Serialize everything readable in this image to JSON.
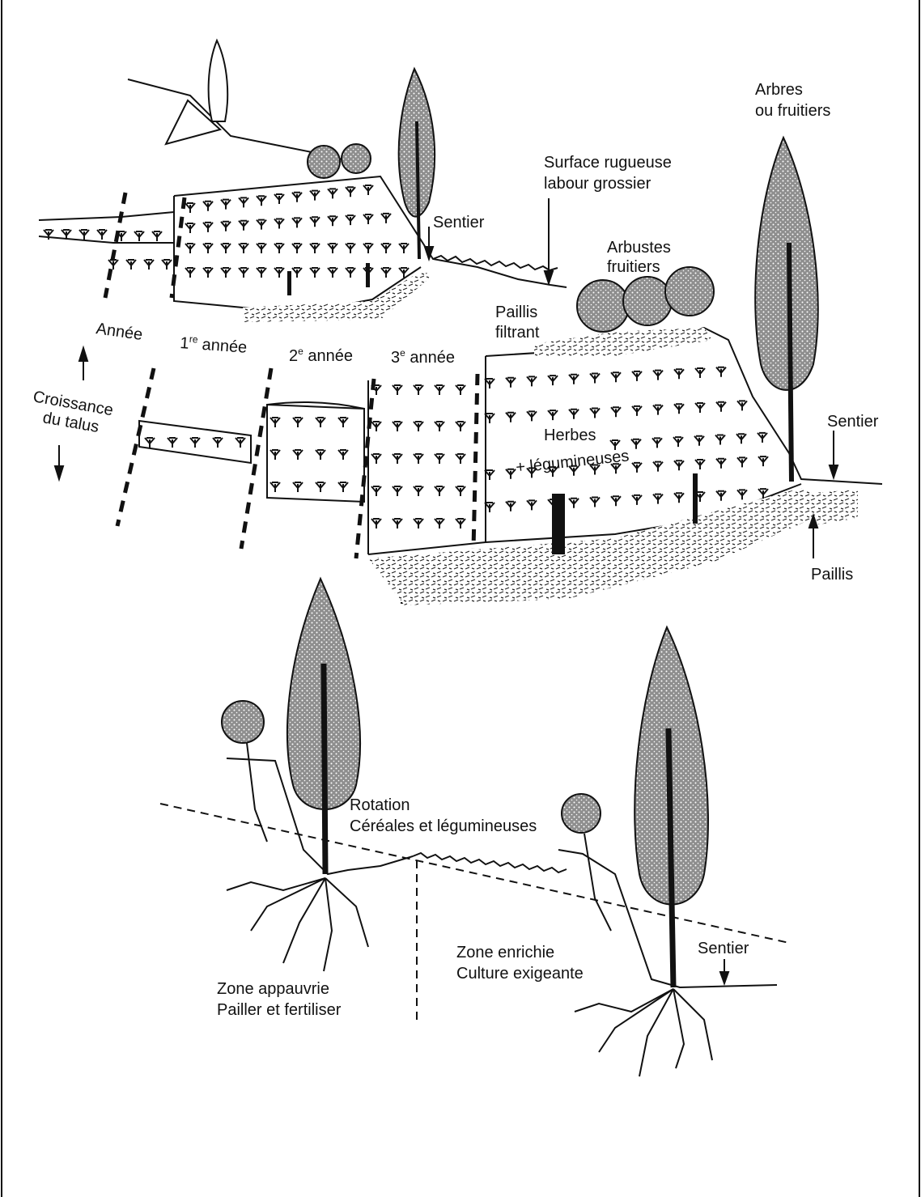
{
  "colors": {
    "ink": "#111111",
    "paper": "#ffffff",
    "foliage": "#9a9a9a",
    "mulch": "#6f6f6f"
  },
  "labels": {
    "arbres_1": "Arbres",
    "arbres_2": "ou fruitiers",
    "surface_1": "Surface rugueuse",
    "surface_2": "labour grossier",
    "sentier_top": "Sentier",
    "arbustes_1": "Arbustes",
    "arbustes_2": "fruitiers",
    "paillis_filtrant_1": "Paillis",
    "paillis_filtrant_2": "filtrant",
    "annee": "Année",
    "annee_1_num": "1",
    "annee_1_sup": "re",
    "annee_1_word": " année",
    "annee_2_num": "2",
    "annee_2_sup": "e",
    "annee_2_word": " année",
    "annee_3_num": "3",
    "annee_3_sup": "e",
    "annee_3_word": " année",
    "croissance_1": "Croissance",
    "croissance_2": "du talus",
    "herbes_1": "Herbes",
    "herbes_2": "+ légumineuses",
    "sentier_right": "Sentier",
    "paillis": "Paillis",
    "rotation_1": "Rotation",
    "rotation_2": "Céréales et légumineuses",
    "zone_enrichie_1": "Zone enrichie",
    "zone_enrichie_2": "Culture exigeante",
    "sentier_bottom": "Sentier",
    "zone_appauvrie_1": "Zone appauvrie",
    "zone_appauvrie_2": "Pailler et fertiliser"
  }
}
